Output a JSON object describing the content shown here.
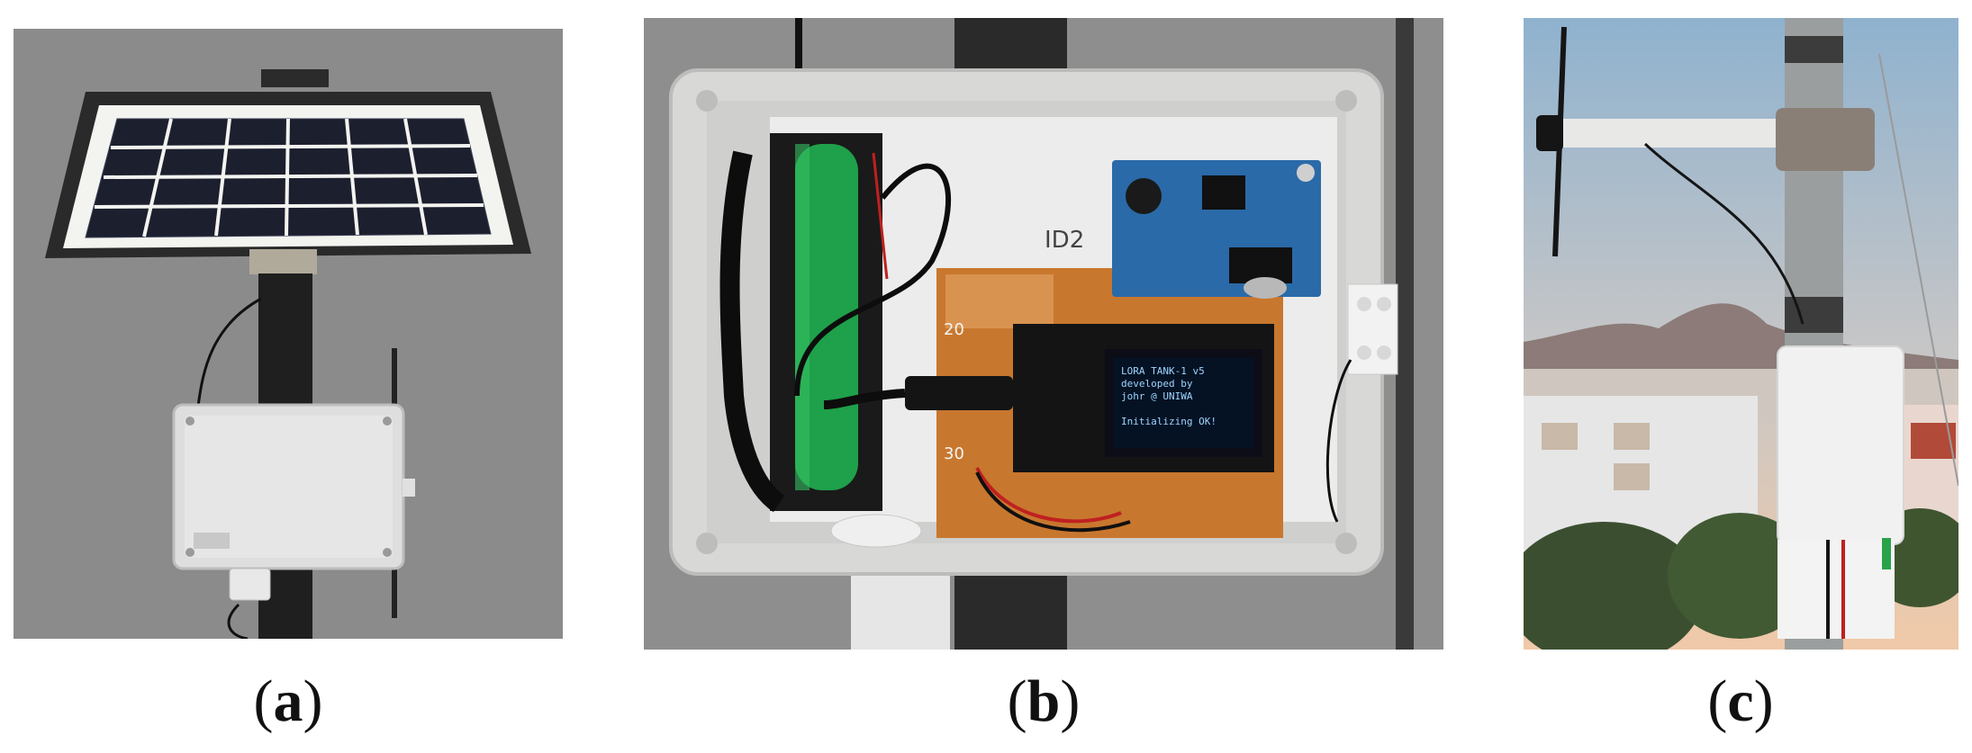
{
  "panels": [
    {
      "id": "a",
      "caption_open": "(",
      "caption_letter": "a",
      "caption_close": ")"
    },
    {
      "id": "b",
      "caption_open": "(",
      "caption_letter": "b",
      "caption_close": ")",
      "marking": "ID2",
      "pcb_row_labels": [
        "20",
        "30"
      ],
      "oled_lines": [
        "LORA TANK-1 v5",
        "developed by",
        "johr @ UNIWA",
        "",
        "Initializing OK!"
      ]
    },
    {
      "id": "c",
      "caption_open": "(",
      "caption_letter": "c",
      "caption_close": ")"
    }
  ],
  "colors": {
    "studio_background": "#8b8b8b",
    "enclosure": "#dcdcdc",
    "battery": "#1fa04a",
    "pcb": "#c8772e",
    "sensor_board": "#2a6aa8",
    "sky_top": "#8fb2cf",
    "sky_bottom": "#f0c9a8"
  }
}
